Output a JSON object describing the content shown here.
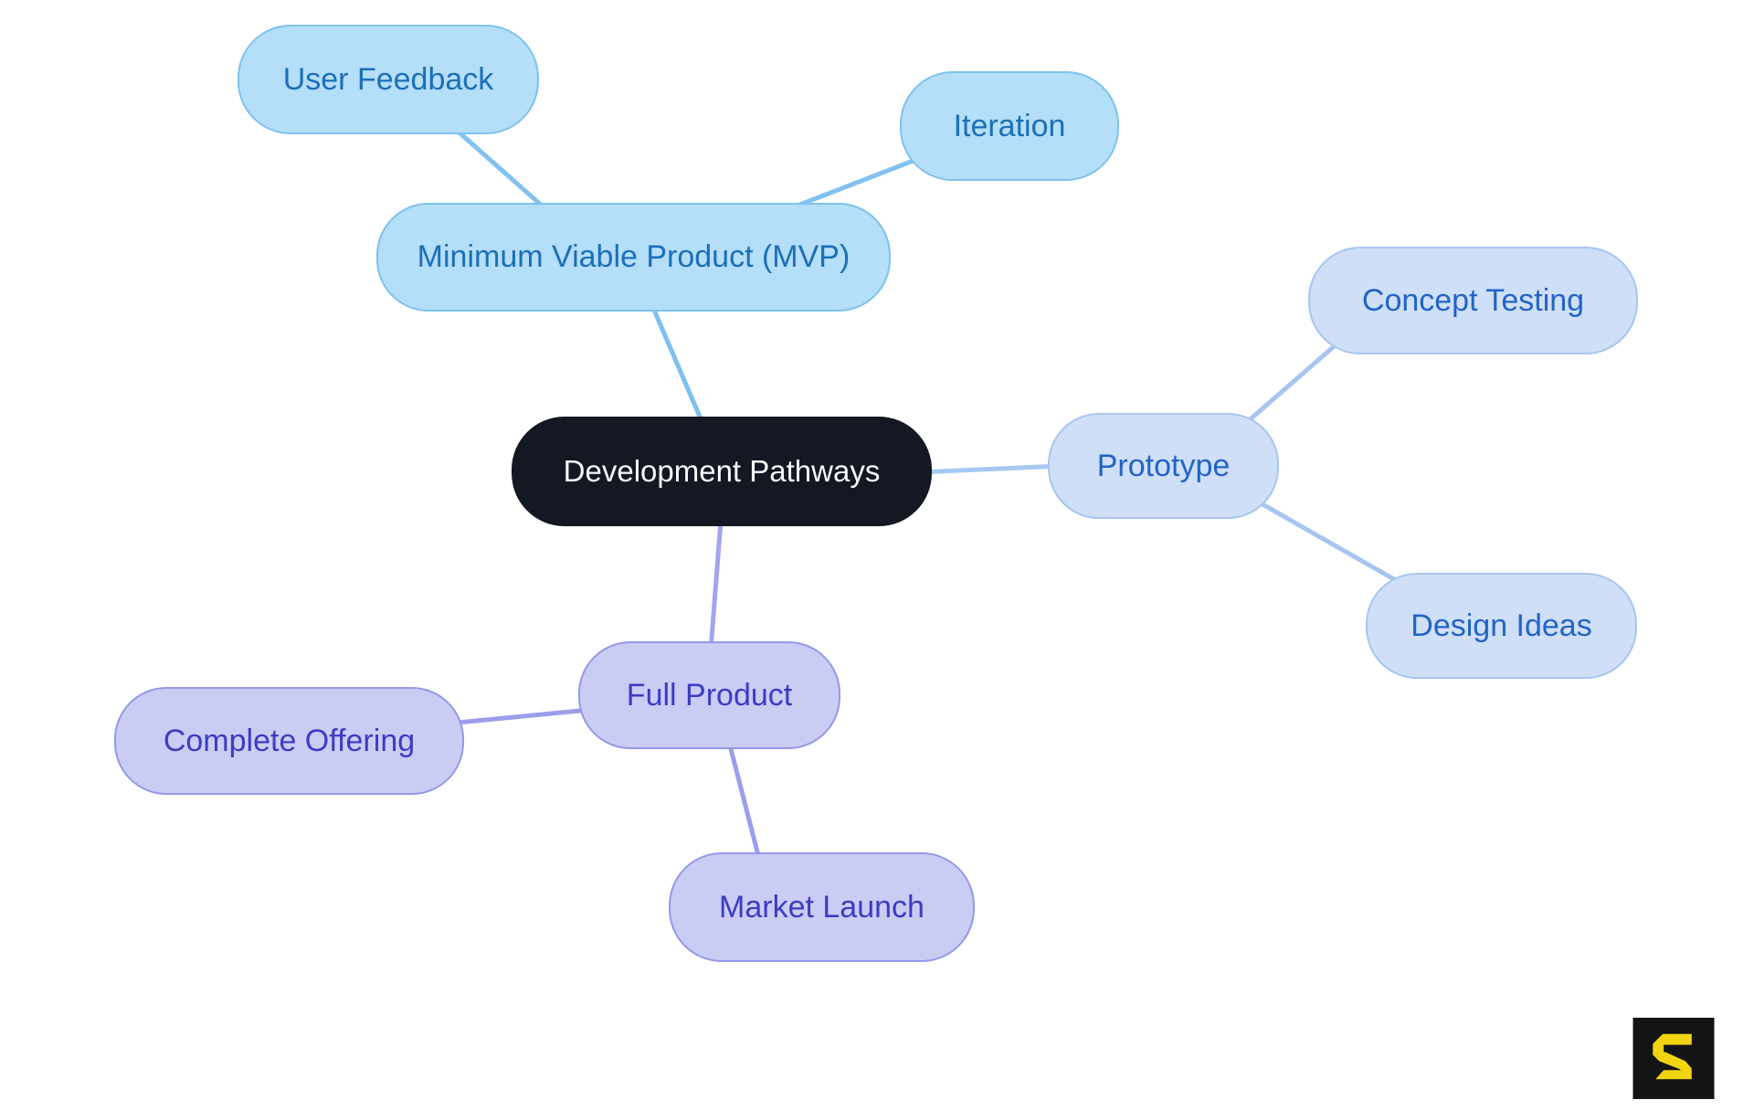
{
  "diagram": {
    "type": "mindmap",
    "background": "#FFFFFF",
    "root": {
      "label": "Development Pathways",
      "fill": "#131823",
      "text_color": "#F7F8FA"
    },
    "nodes": {
      "central": {
        "label": "Development Pathways"
      },
      "mvp": {
        "label": "Minimum Viable Product (MVP)"
      },
      "user_feedback": {
        "label": "User Feedback"
      },
      "iteration": {
        "label": "Iteration"
      },
      "prototype": {
        "label": "Prototype"
      },
      "concept_testing": {
        "label": "Concept Testing"
      },
      "design_ideas": {
        "label": "Design Ideas"
      },
      "full_product": {
        "label": "Full Product"
      },
      "complete_offering": {
        "label": "Complete Offering"
      },
      "market_launch": {
        "label": "Market Launch"
      }
    },
    "branches": [
      {
        "name": "Minimum Viable Product (MVP)",
        "children": [
          "User Feedback",
          "Iteration"
        ],
        "node_fill": "#B5DEF8",
        "node_border": "#7EC2F0",
        "text_color": "#1B70B8",
        "line_color": "#82C2F0"
      },
      {
        "name": "Prototype",
        "children": [
          "Concept Testing",
          "Design Ideas"
        ],
        "node_fill": "#CFDFF7",
        "node_border": "#A7C6F0",
        "text_color": "#2264C6",
        "line_color": "#A6C5F0"
      },
      {
        "name": "Full Product",
        "children": [
          "Complete Offering",
          "Market Launch"
        ],
        "node_fill": "#CBCCF4",
        "node_border": "#9598E8",
        "text_color": "#3C3CC4",
        "line_color": "#9B9EEB"
      }
    ],
    "edges": [
      {
        "from": "User Feedback",
        "to": "Minimum Viable Product (MVP)"
      },
      {
        "from": "Iteration",
        "to": "Minimum Viable Product (MVP)"
      },
      {
        "from": "Minimum Viable Product (MVP)",
        "to": "Development Pathways"
      },
      {
        "from": "Development Pathways",
        "to": "Prototype"
      },
      {
        "from": "Prototype",
        "to": "Concept Testing"
      },
      {
        "from": "Prototype",
        "to": "Design Ideas"
      },
      {
        "from": "Development Pathways",
        "to": "Full Product"
      },
      {
        "from": "Full Product",
        "to": "Complete Offering"
      },
      {
        "from": "Full Product",
        "to": "Market Launch"
      }
    ]
  },
  "logo": {
    "glyph": "S",
    "glyph_color": "#F2D511",
    "background": "#141414"
  }
}
